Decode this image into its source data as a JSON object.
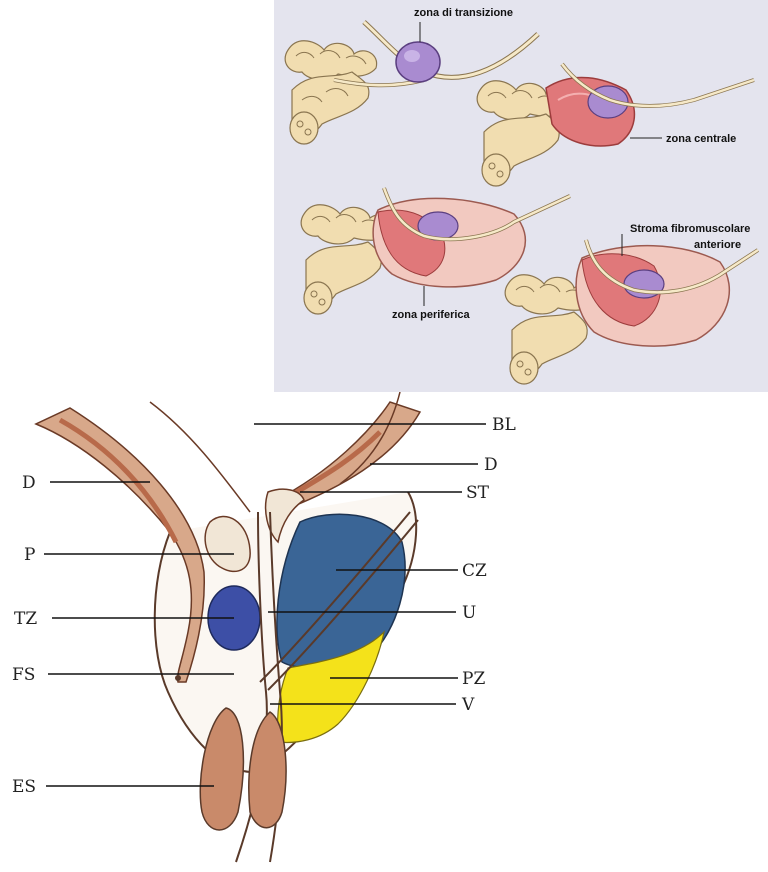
{
  "top_panel": {
    "labels": {
      "transition_zone": "zona di transizione",
      "central_zone": "zona centrale",
      "peripheral_zone": "zona periferica",
      "stroma_line1": "Stroma fibromuscolare",
      "stroma_line2": "anteriore"
    }
  },
  "bottom_panel": {
    "labels": {
      "BL": "BL",
      "D_left": "D",
      "D_right": "D",
      "ST": "ST",
      "P": "P",
      "CZ": "CZ",
      "TZ": "TZ",
      "U": "U",
      "FS": "FS",
      "PZ": "PZ",
      "V": "V",
      "ES": "ES"
    }
  },
  "colors": {
    "panel_background": "#e4e4ee",
    "transition_zone": "#a98bd0",
    "central_zone": "#e0787a",
    "peripheral_zone": "#f2c9c0",
    "seminal_vesicle": "#f1ddb0",
    "cz_blue": "#3a6596",
    "tz_blue": "#3d4fa6",
    "pz_yellow": "#f4e21a",
    "duct_brown": "#b86a4a"
  }
}
